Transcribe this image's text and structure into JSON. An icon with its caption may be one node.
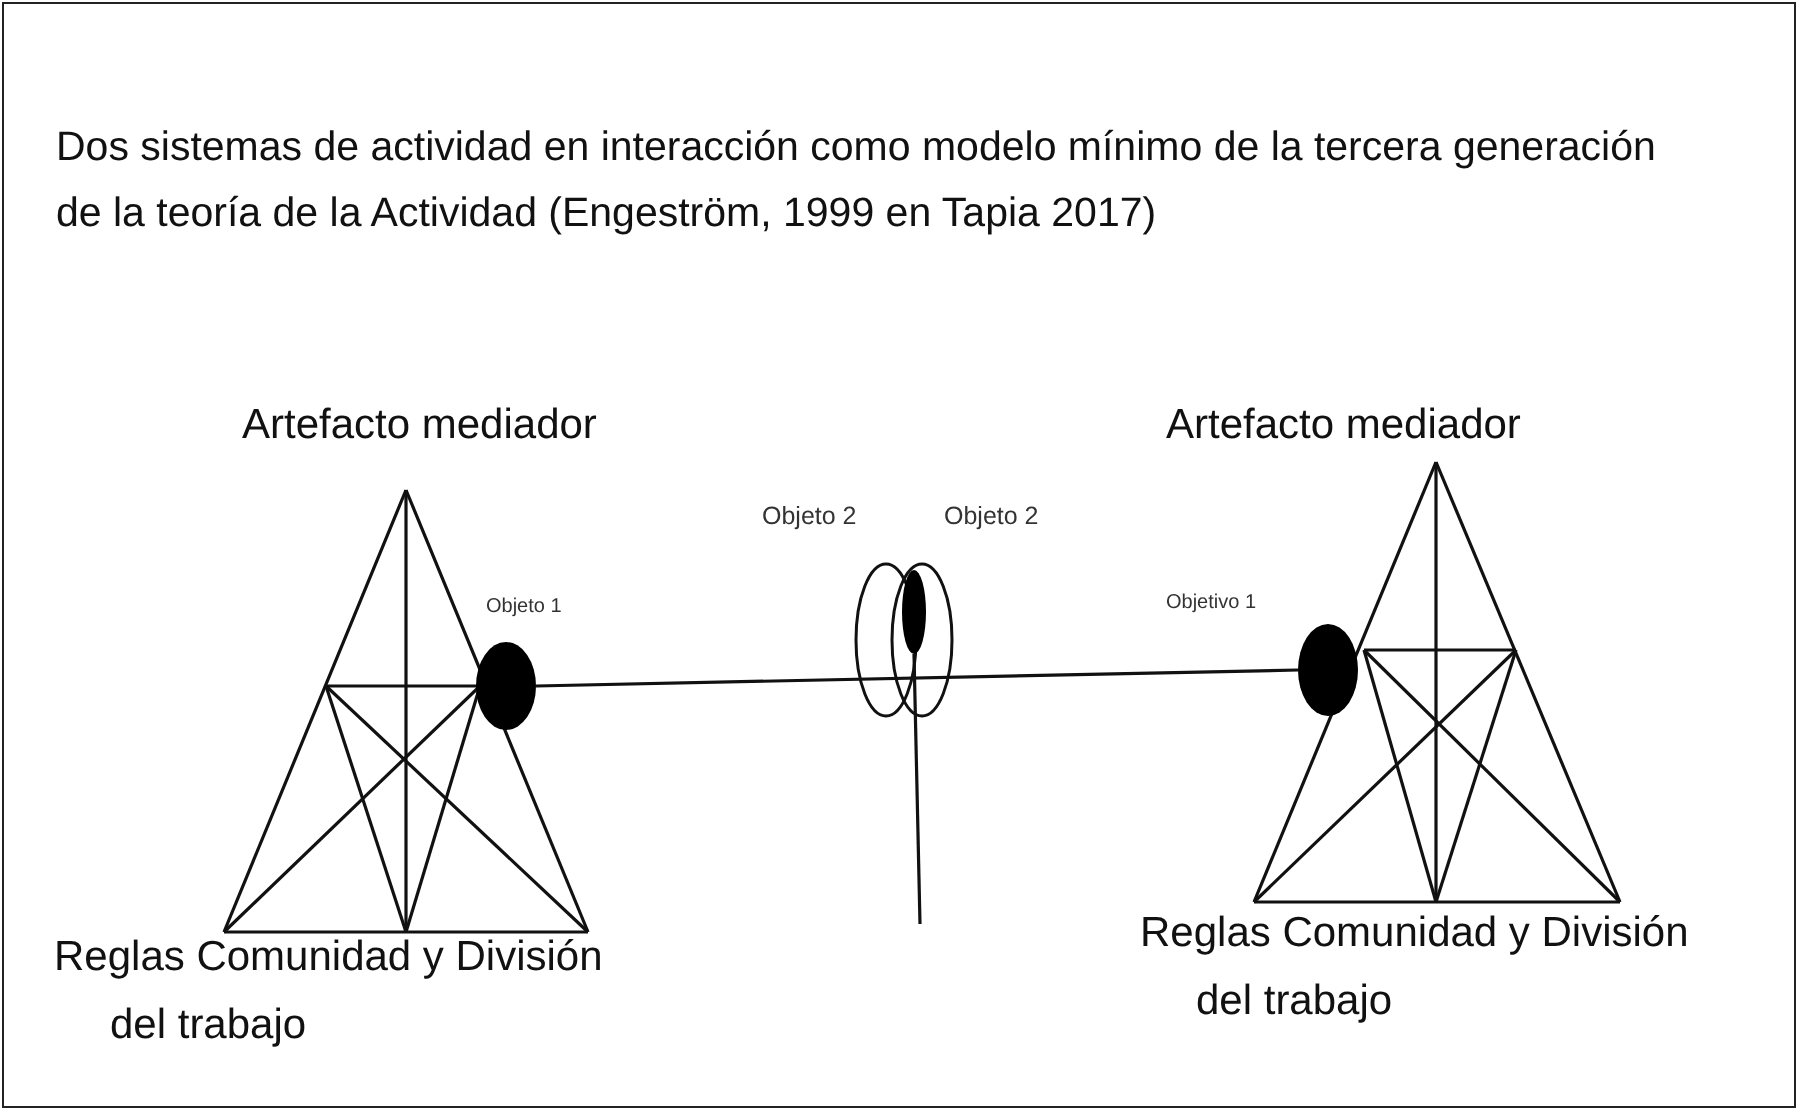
{
  "diagram": {
    "title": "Dos sistemas de actividad en interacción como modelo mínimo de la tercera generación de la teoría de la Actividad (Engeström, 1999 en Tapia 2017)",
    "nodes": [
      {
        "text": [],
        "shape": "circle",
        "beside": [
          "Objeto 1"
        ]
      },
      {
        "text": [],
        "shape": "circle"
      },
      {
        "text": [],
        "shape": "circle",
        "beside": [
          "Objetivo 1"
        ]
      }
    ],
    "edges": [
      {
        "from": 0,
        "to": 2,
        "arrow": "none"
      },
      {
        "from": 1,
        "to": null,
        "arrow": "none"
      }
    ],
    "labels": [
      "Artefacto mediador",
      "Artefacto mediador",
      "Objeto 2",
      "Objeto 2",
      "Reglas Comunidad y División del trabajo",
      "Reglas Comunidad y División del trabajo"
    ]
  }
}
